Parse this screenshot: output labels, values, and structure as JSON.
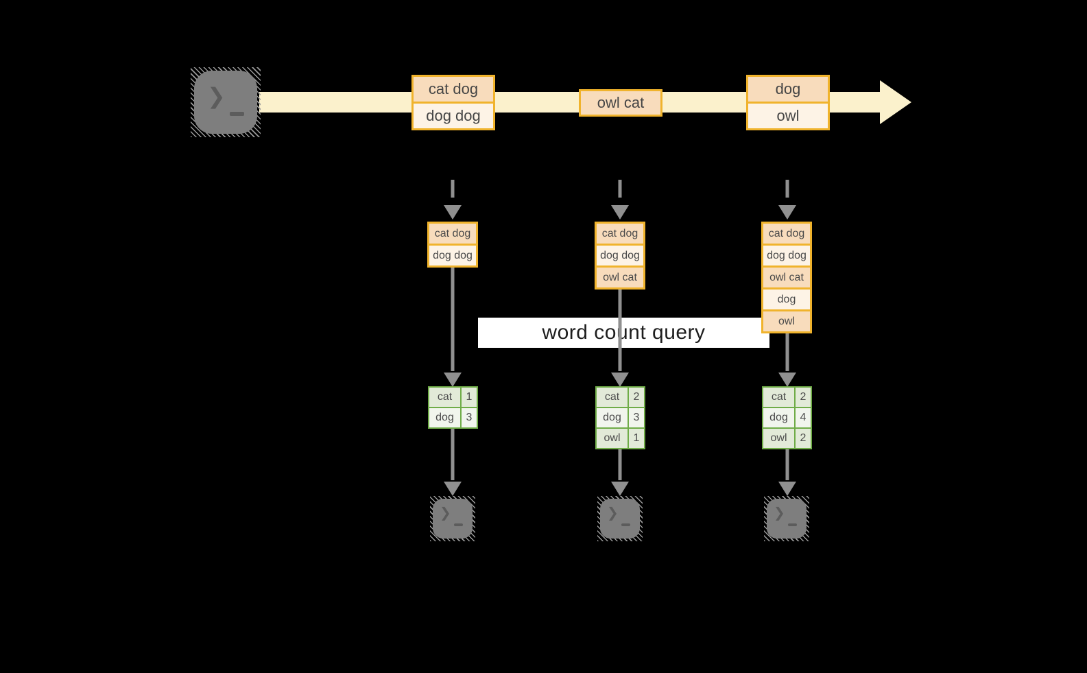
{
  "query_label": "word count query",
  "stream": {
    "events": [
      [
        "cat dog",
        "dog dog"
      ],
      [
        "owl cat"
      ],
      [
        "dog",
        "owl"
      ]
    ]
  },
  "columns": [
    {
      "buffered_events": [
        "cat dog",
        "dog dog"
      ],
      "word_counts": [
        {
          "word": "cat",
          "count": 1
        },
        {
          "word": "dog",
          "count": 3
        }
      ]
    },
    {
      "buffered_events": [
        "cat dog",
        "dog dog",
        "owl cat"
      ],
      "word_counts": [
        {
          "word": "cat",
          "count": 2
        },
        {
          "word": "dog",
          "count": 3
        },
        {
          "word": "owl",
          "count": 1
        }
      ]
    },
    {
      "buffered_events": [
        "cat dog",
        "dog dog",
        "owl cat",
        "dog",
        "owl"
      ],
      "word_counts": [
        {
          "word": "cat",
          "count": 2
        },
        {
          "word": "dog",
          "count": 4
        },
        {
          "word": "owl",
          "count": 2
        }
      ]
    }
  ],
  "icons": {
    "prompt_chevron": "❯"
  },
  "colors": {
    "background": "#000000",
    "stream_band": "#FBF1CC",
    "event_border": "#F0B32C",
    "event_fill_dark": "#F8DCBC",
    "event_fill_light": "#FDF3E6",
    "table_border": "#6FAC47",
    "table_fill_dark": "#E2EAD8",
    "table_fill_light": "#F1F5ED",
    "arrow": "#909090",
    "terminal": "#7E7E7E"
  }
}
